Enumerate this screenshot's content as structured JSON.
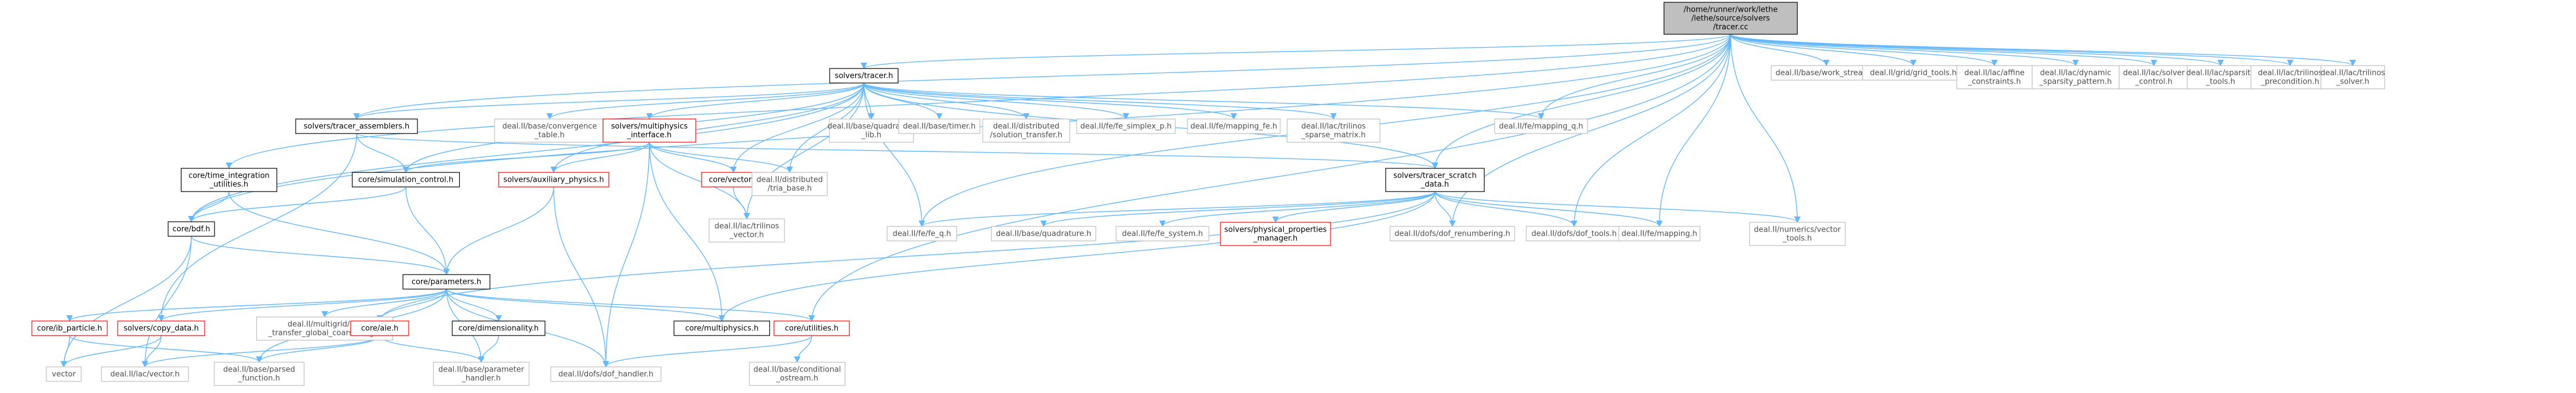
{
  "colors": {
    "edge": "#63b8ff",
    "root_fill": "#bfbfbf",
    "root_stroke": "#000000",
    "source_stroke": "#000000",
    "missing_stroke": "#ff0000",
    "external_stroke": "#bfbfbf",
    "external_text": "#4d4d4d",
    "text": "#000000"
  },
  "nodes": [
    {
      "id": "root",
      "lines": [
        "/home/runner/work/lethe",
        "/lethe/source/solvers",
        "/tracer.cc"
      ],
      "kind": "root"
    },
    {
      "id": "tracer_h",
      "lines": [
        "solvers/tracer.h"
      ],
      "kind": "source"
    },
    {
      "id": "tracer_assemblers",
      "lines": [
        "solvers/tracer_assemblers.h"
      ],
      "kind": "source"
    },
    {
      "id": "convergence_table",
      "lines": [
        "deal.II/base/convergence",
        "_table.h"
      ],
      "kind": "external"
    },
    {
      "id": "multiphysics_interface",
      "lines": [
        "solvers/multiphysics",
        "_interface.h"
      ],
      "kind": "missing"
    },
    {
      "id": "quadrature_lib",
      "lines": [
        "deal.II/base/quadrature",
        "_lib.h"
      ],
      "kind": "external"
    },
    {
      "id": "timer",
      "lines": [
        "deal.II/base/timer.h"
      ],
      "kind": "external"
    },
    {
      "id": "solution_transfer",
      "lines": [
        "deal.II/distributed",
        "/solution_transfer.h"
      ],
      "kind": "external"
    },
    {
      "id": "fe_simplex_p",
      "lines": [
        "deal.II/fe/fe_simplex_p.h"
      ],
      "kind": "external"
    },
    {
      "id": "mapping_fe",
      "lines": [
        "deal.II/fe/mapping_fe.h"
      ],
      "kind": "external"
    },
    {
      "id": "trilinos_sparse_matrix",
      "lines": [
        "deal.II/lac/trilinos",
        "_sparse_matrix.h"
      ],
      "kind": "external"
    },
    {
      "id": "mapping_q",
      "lines": [
        "deal.II/fe/mapping_q.h"
      ],
      "kind": "external"
    },
    {
      "id": "work_stream",
      "lines": [
        "deal.II/base/work_stream.h"
      ],
      "kind": "external"
    },
    {
      "id": "grid_tools",
      "lines": [
        "deal.II/grid/grid_tools.h"
      ],
      "kind": "external"
    },
    {
      "id": "affine_constraints",
      "lines": [
        "deal.II/lac/affine",
        "_constraints.h"
      ],
      "kind": "external"
    },
    {
      "id": "dynamic_sparsity",
      "lines": [
        "deal.II/lac/dynamic",
        "_sparsity_pattern.h"
      ],
      "kind": "external"
    },
    {
      "id": "solver_control",
      "lines": [
        "deal.II/lac/solver",
        "_control.h"
      ],
      "kind": "external"
    },
    {
      "id": "sparsity_tools",
      "lines": [
        "deal.II/lac/sparsity",
        "_tools.h"
      ],
      "kind": "external"
    },
    {
      "id": "trilinos_precondition",
      "lines": [
        "deal.II/lac/trilinos",
        "_precondition.h"
      ],
      "kind": "external"
    },
    {
      "id": "trilinos_solver",
      "lines": [
        "deal.II/lac/trilinos",
        "_solver.h"
      ],
      "kind": "external"
    },
    {
      "id": "time_integration",
      "lines": [
        "core/time_integration",
        "_utilities.h"
      ],
      "kind": "source"
    },
    {
      "id": "simulation_control",
      "lines": [
        "core/simulation_control.h"
      ],
      "kind": "source"
    },
    {
      "id": "auxiliary_physics",
      "lines": [
        "solvers/auxiliary_physics.h"
      ],
      "kind": "missing"
    },
    {
      "id": "core_vector",
      "lines": [
        "core/vector.h"
      ],
      "kind": "missing"
    },
    {
      "id": "tria_base",
      "lines": [
        "deal.II/distributed",
        "/tria_base.h"
      ],
      "kind": "external"
    },
    {
      "id": "tracer_scratch",
      "lines": [
        "solvers/tracer_scratch",
        "_data.h"
      ],
      "kind": "source"
    },
    {
      "id": "trilinos_vector",
      "lines": [
        "deal.II/lac/trilinos",
        "_vector.h"
      ],
      "kind": "external"
    },
    {
      "id": "bdf",
      "lines": [
        "core/bdf.h"
      ],
      "kind": "source"
    },
    {
      "id": "fe_q",
      "lines": [
        "deal.II/fe/fe_q.h"
      ],
      "kind": "external"
    },
    {
      "id": "quadrature",
      "lines": [
        "deal.II/base/quadrature.h"
      ],
      "kind": "external"
    },
    {
      "id": "fe_system",
      "lines": [
        "deal.II/fe/fe_system.h"
      ],
      "kind": "external"
    },
    {
      "id": "physical_properties",
      "lines": [
        "solvers/physical_properties",
        "_manager.h"
      ],
      "kind": "missing"
    },
    {
      "id": "dof_renumbering",
      "lines": [
        "deal.II/dofs/dof_renumbering.h"
      ],
      "kind": "external"
    },
    {
      "id": "dof_tools",
      "lines": [
        "deal.II/dofs/dof_tools.h"
      ],
      "kind": "external"
    },
    {
      "id": "mapping",
      "lines": [
        "deal.II/fe/mapping.h"
      ],
      "kind": "external"
    },
    {
      "id": "vector_tools",
      "lines": [
        "deal.II/numerics/vector",
        "_tools.h"
      ],
      "kind": "external"
    },
    {
      "id": "parameters",
      "lines": [
        "core/parameters.h"
      ],
      "kind": "source"
    },
    {
      "id": "ib_particle",
      "lines": [
        "core/ib_particle.h"
      ],
      "kind": "missing"
    },
    {
      "id": "copy_data",
      "lines": [
        "solvers/copy_data.h"
      ],
      "kind": "missing"
    },
    {
      "id": "mg_transfer",
      "lines": [
        "deal.II/multigrid/mg",
        "_transfer_global_coarsening.h"
      ],
      "kind": "external"
    },
    {
      "id": "ale",
      "lines": [
        "core/ale.h"
      ],
      "kind": "missing"
    },
    {
      "id": "dimensionality",
      "lines": [
        "core/dimensionality.h"
      ],
      "kind": "source"
    },
    {
      "id": "multiphysics",
      "lines": [
        "core/multiphysics.h"
      ],
      "kind": "source"
    },
    {
      "id": "utilities",
      "lines": [
        "core/utilities.h"
      ],
      "kind": "missing"
    },
    {
      "id": "vector",
      "lines": [
        "vector"
      ],
      "kind": "external"
    },
    {
      "id": "lac_vector",
      "lines": [
        "deal.II/lac/vector.h"
      ],
      "kind": "external"
    },
    {
      "id": "parsed_function",
      "lines": [
        "deal.II/base/parsed",
        "_function.h"
      ],
      "kind": "external"
    },
    {
      "id": "parameter_handler",
      "lines": [
        "deal.II/base/parameter",
        "_handler.h"
      ],
      "kind": "external"
    },
    {
      "id": "dof_handler",
      "lines": [
        "deal.II/dofs/dof_handler.h"
      ],
      "kind": "external"
    },
    {
      "id": "conditional_ostream",
      "lines": [
        "deal.II/base/conditional",
        "_ostream.h"
      ],
      "kind": "external"
    }
  ]
}
